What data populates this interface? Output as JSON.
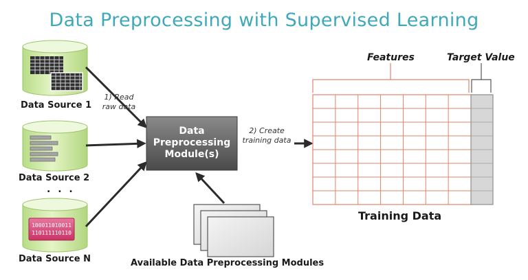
{
  "title": "Data Preprocessing with Supervised Learning",
  "sources": [
    {
      "label": "Data Source 1",
      "icon": "grid-table-icon"
    },
    {
      "label": "Data Source 2",
      "icon": "bar-list-icon"
    },
    {
      "label": "Data Source N",
      "icon": "binary-icon",
      "binary_lines": [
        "100011010011",
        "110111110110"
      ]
    }
  ],
  "ellipsis": ". . .",
  "steps": {
    "read": "1) Read raw data",
    "create": "2) Create training data"
  },
  "module": {
    "label": "Data Preprocessing Module(s)"
  },
  "available_modules": "Available Data Preprocessing Modules",
  "training": {
    "features_label": "Features",
    "target_label": "Target Value",
    "caption": "Training Data"
  },
  "colors": {
    "title": "#3fa9b9",
    "cylinder_green": "#cfe9a4",
    "grid_lines": "#e2836b",
    "binary_pink": "#d9487a",
    "module_gray": "#6a6a6a"
  }
}
